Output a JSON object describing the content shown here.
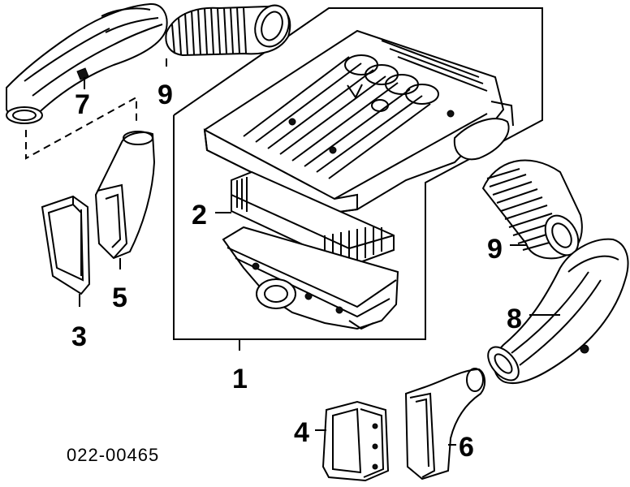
{
  "diagram": {
    "part_code": "022-00465",
    "brand_icon": "four-rings-logo-icon",
    "callouts": [
      {
        "id": "7",
        "label": "7"
      },
      {
        "id": "9-top",
        "label": "9"
      },
      {
        "id": "2",
        "label": "2"
      },
      {
        "id": "5",
        "label": "5"
      },
      {
        "id": "3",
        "label": "3"
      },
      {
        "id": "9-right",
        "label": "9"
      },
      {
        "id": "8",
        "label": "8"
      },
      {
        "id": "1",
        "label": "1"
      },
      {
        "id": "4",
        "label": "4"
      },
      {
        "id": "6",
        "label": "6"
      }
    ]
  }
}
